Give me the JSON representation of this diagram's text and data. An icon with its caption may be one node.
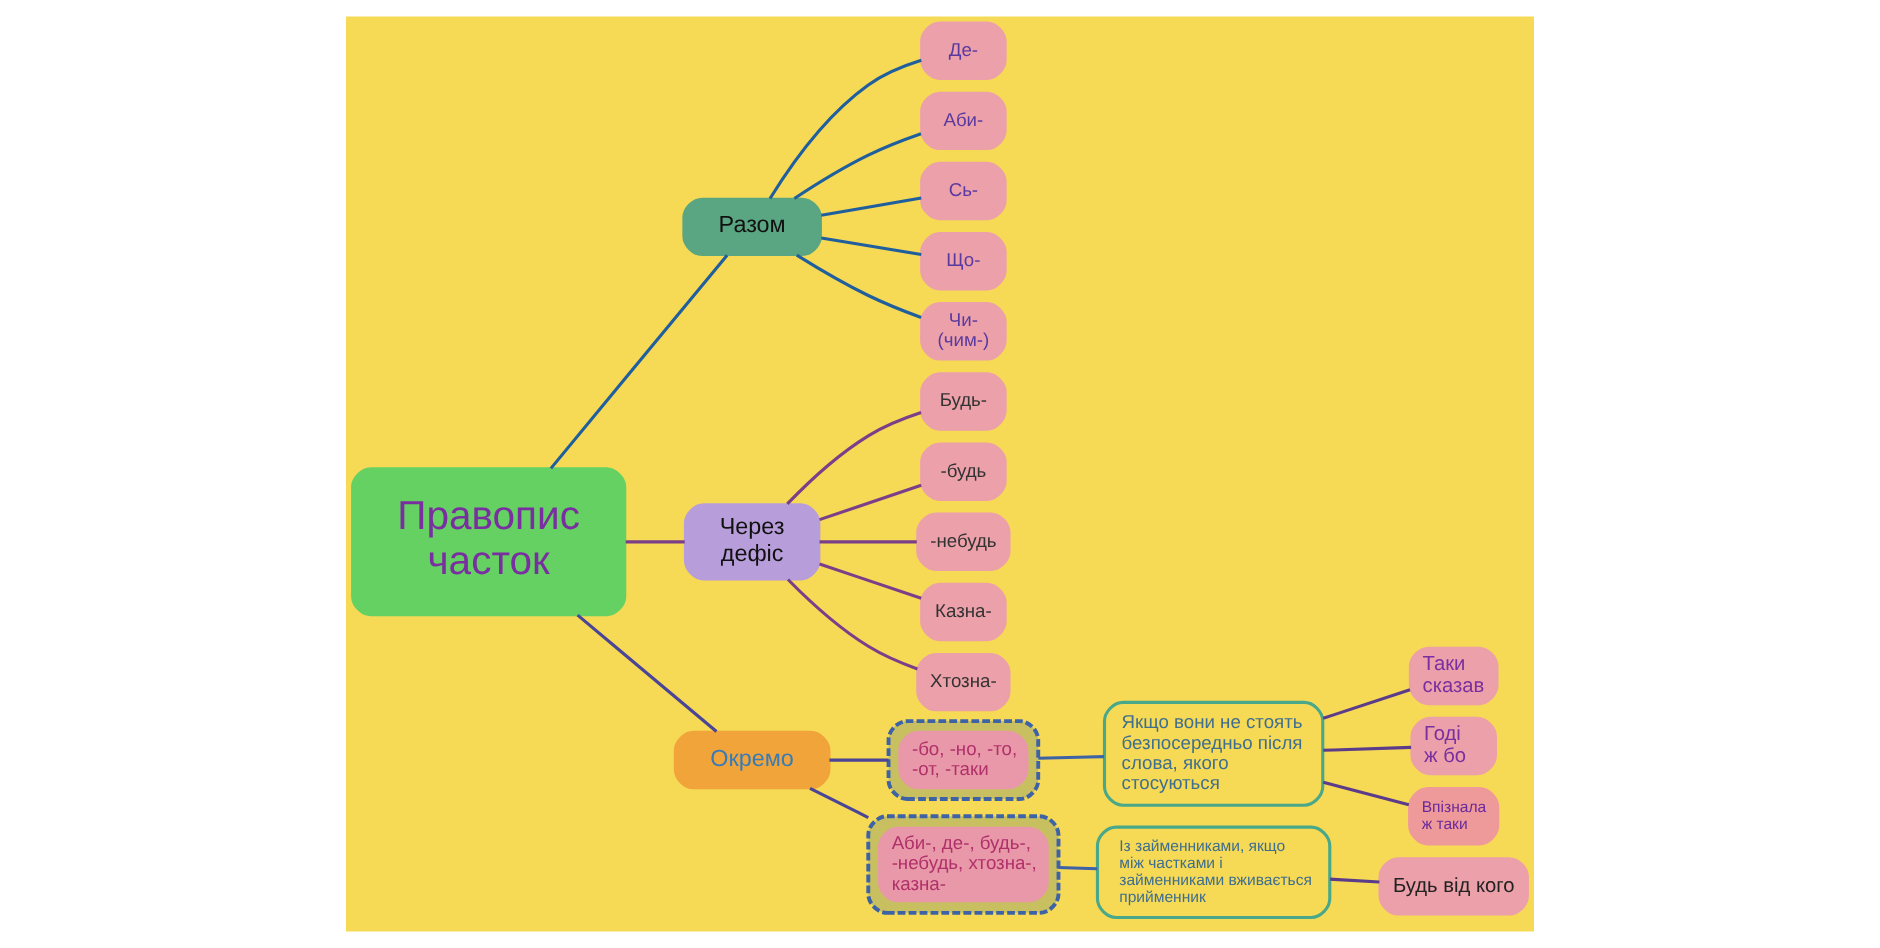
{
  "diagram": {
    "nodes": [
      {
        "text": [
          "Правопис часток"
        ]
      },
      {
        "text": [
          "Разом"
        ]
      },
      {
        "text": [
          "Де-"
        ]
      },
      {
        "text": [
          "Аби-"
        ]
      },
      {
        "text": [
          "Сь-"
        ]
      },
      {
        "text": [
          "Що-"
        ]
      },
      {
        "text": [
          "Чи- (чим-)"
        ]
      },
      {
        "text": [
          "Через дефіс"
        ]
      },
      {
        "text": [
          "Будь-"
        ]
      },
      {
        "text": [
          "-будь"
        ]
      },
      {
        "text": [
          "-небудь"
        ]
      },
      {
        "text": [
          "Казна-"
        ]
      },
      {
        "text": [
          "Хтозна-"
        ]
      },
      {
        "text": [
          "Окремо"
        ]
      },
      {
        "text": [],
        "shape": "box"
      },
      {
        "text": [
          "-бо, -но, -то, -от, -таки"
        ],
        "in": 14
      },
      {
        "text": [],
        "shape": "box"
      },
      {
        "text": [
          "Аби-, де-, будь-, -небудь, хтозна-, казна-"
        ],
        "in": 16
      },
      {
        "text": [
          "Якщо вони не стоять безпосередньо після слова, якого стосуються"
        ]
      },
      {
        "text": [
          "Таки сказав"
        ]
      },
      {
        "text": [
          "Годі ж бо"
        ]
      },
      {
        "text": [
          "Впізнала ж таки"
        ]
      },
      {
        "text": [
          "Із займенниками, якщо між частками і займенниками вживається прийменник"
        ]
      },
      {
        "text": [
          "Будь від кого"
        ]
      }
    ],
    "edges": [
      {
        "from": 0,
        "to": 1,
        "arrow": "none",
        "color": "#1f5f9e"
      },
      {
        "from": 1,
        "to": 2,
        "arrow": "none",
        "color": "#1f5f9e"
      },
      {
        "from": 1,
        "to": 3,
        "arrow": "none",
        "color": "#1f5f9e"
      },
      {
        "from": 1,
        "to": 4,
        "arrow": "none",
        "color": "#1f5f9e"
      },
      {
        "from": 1,
        "to": 5,
        "arrow": "none",
        "color": "#1f5f9e"
      },
      {
        "from": 1,
        "to": 6,
        "arrow": "none",
        "color": "#1f5f9e"
      },
      {
        "from": 0,
        "to": 7,
        "arrow": "none",
        "color": "#7b3f8a"
      },
      {
        "from": 7,
        "to": 8,
        "arrow": "none",
        "color": "#7b3f8a"
      },
      {
        "from": 7,
        "to": 9,
        "arrow": "none",
        "color": "#7b3f8a"
      },
      {
        "from": 7,
        "to": 10,
        "arrow": "none",
        "color": "#7b3f8a"
      },
      {
        "from": 7,
        "to": 11,
        "arrow": "none",
        "color": "#7b3f8a"
      },
      {
        "from": 7,
        "to": 12,
        "arrow": "none",
        "color": "#7b3f8a"
      },
      {
        "from": 0,
        "to": 13,
        "arrow": "none",
        "color": "#4a4596"
      },
      {
        "from": 13,
        "to": 14,
        "arrow": "none",
        "color": "#4a4596"
      },
      {
        "from": 13,
        "to": 16,
        "arrow": "none",
        "color": "#4a4596"
      },
      {
        "from": 14,
        "to": 18,
        "arrow": "none",
        "color": "#3e62a6"
      },
      {
        "from": 16,
        "to": 22,
        "arrow": "none",
        "color": "#3e62a6"
      },
      {
        "from": 18,
        "to": 19,
        "arrow": "none",
        "color": "#5b3c8a"
      },
      {
        "from": 18,
        "to": 20,
        "arrow": "none",
        "color": "#5b3c8a"
      },
      {
        "from": 18,
        "to": 21,
        "arrow": "none",
        "color": "#5b3c8a"
      },
      {
        "from": 22,
        "to": 23,
        "arrow": "none",
        "color": "#5b3c8a"
      }
    ]
  }
}
